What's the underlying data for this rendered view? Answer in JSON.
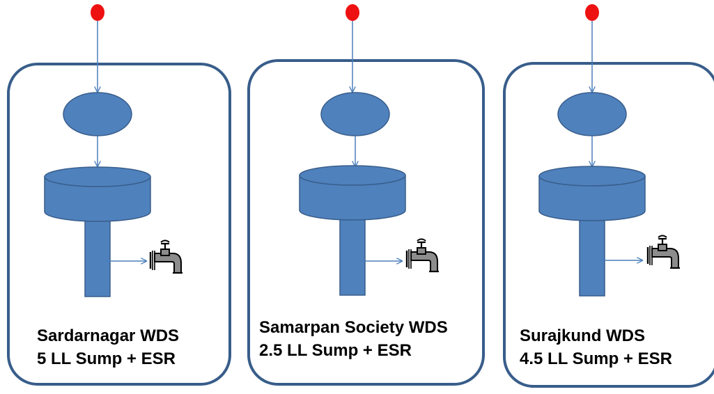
{
  "colors": {
    "stroke": "#385d8a",
    "fill": "#4f81bd",
    "source_dot": "#ee1111",
    "arrow": "#4a7ebb",
    "faucet": "#8c8c8c"
  },
  "icons": [
    "source-dot",
    "sump-ellipse",
    "esr-tank",
    "outlet-arrow",
    "faucet-icon"
  ],
  "stations": [
    {
      "name": "Sardarnagar WDS",
      "capacity": "5 LL Sump + ESR"
    },
    {
      "name": "Samarpan Society WDS",
      "capacity": "2.5 LL Sump + ESR"
    },
    {
      "name": "Surajkund WDS",
      "capacity": "4.5 LL Sump + ESR"
    }
  ]
}
